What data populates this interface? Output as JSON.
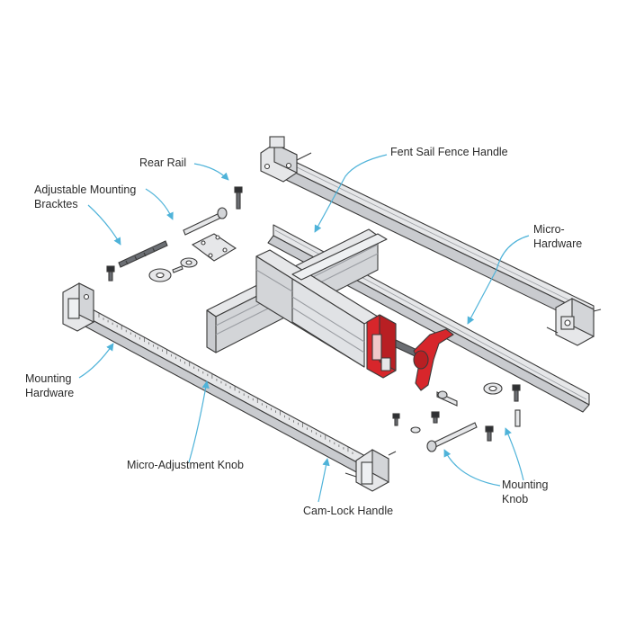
{
  "labels": {
    "rear_rail": "Rear Rail",
    "adjustable_brackets": [
      "Adjustable Mounting",
      "Bracktes"
    ],
    "fence_handle": "Fent Sail Fence Handle",
    "micro_hardware": [
      "Micro-",
      "Hardware"
    ],
    "mounting_hardware": [
      "Mounting",
      "Hardware"
    ],
    "micro_adjustment_knob": "Micro-Adjustment Knob",
    "cam_lock_handle": "Cam-Lock Handle",
    "mounting_knob": [
      "Mounting",
      "Knob"
    ]
  },
  "colors": {
    "rail_fill": "#e6e7e9",
    "rail_face": "#d3d5d8",
    "outline": "#3a3a3a",
    "accent_red": "#d7262b",
    "leader": "#4fb3d9",
    "text": "#2b2b2b"
  }
}
